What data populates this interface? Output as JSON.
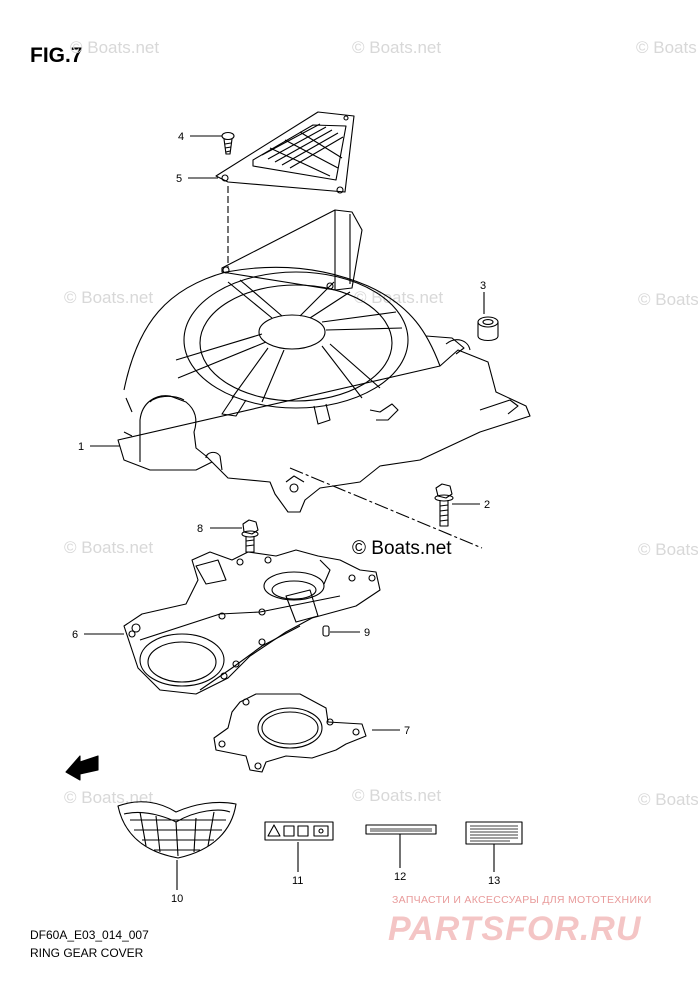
{
  "figure": {
    "title": "FIG.7",
    "code": "DF60A_E03_014_007",
    "caption": "RING GEAR COVER"
  },
  "watermarks": {
    "small": "© Boats.net",
    "center": "© Boats.net"
  },
  "callouts": [
    "1",
    "2",
    "3",
    "4",
    "5",
    "6",
    "7",
    "8",
    "9",
    "10",
    "11",
    "12",
    "13"
  ],
  "direction_arrow": "FWD",
  "brand": {
    "tagline": "ЗАПЧАСТИ И АКСЕССУАРЫ ДЛЯ МОТОТЕХНИКИ",
    "logo_text": "PARTSFOR.RU"
  }
}
